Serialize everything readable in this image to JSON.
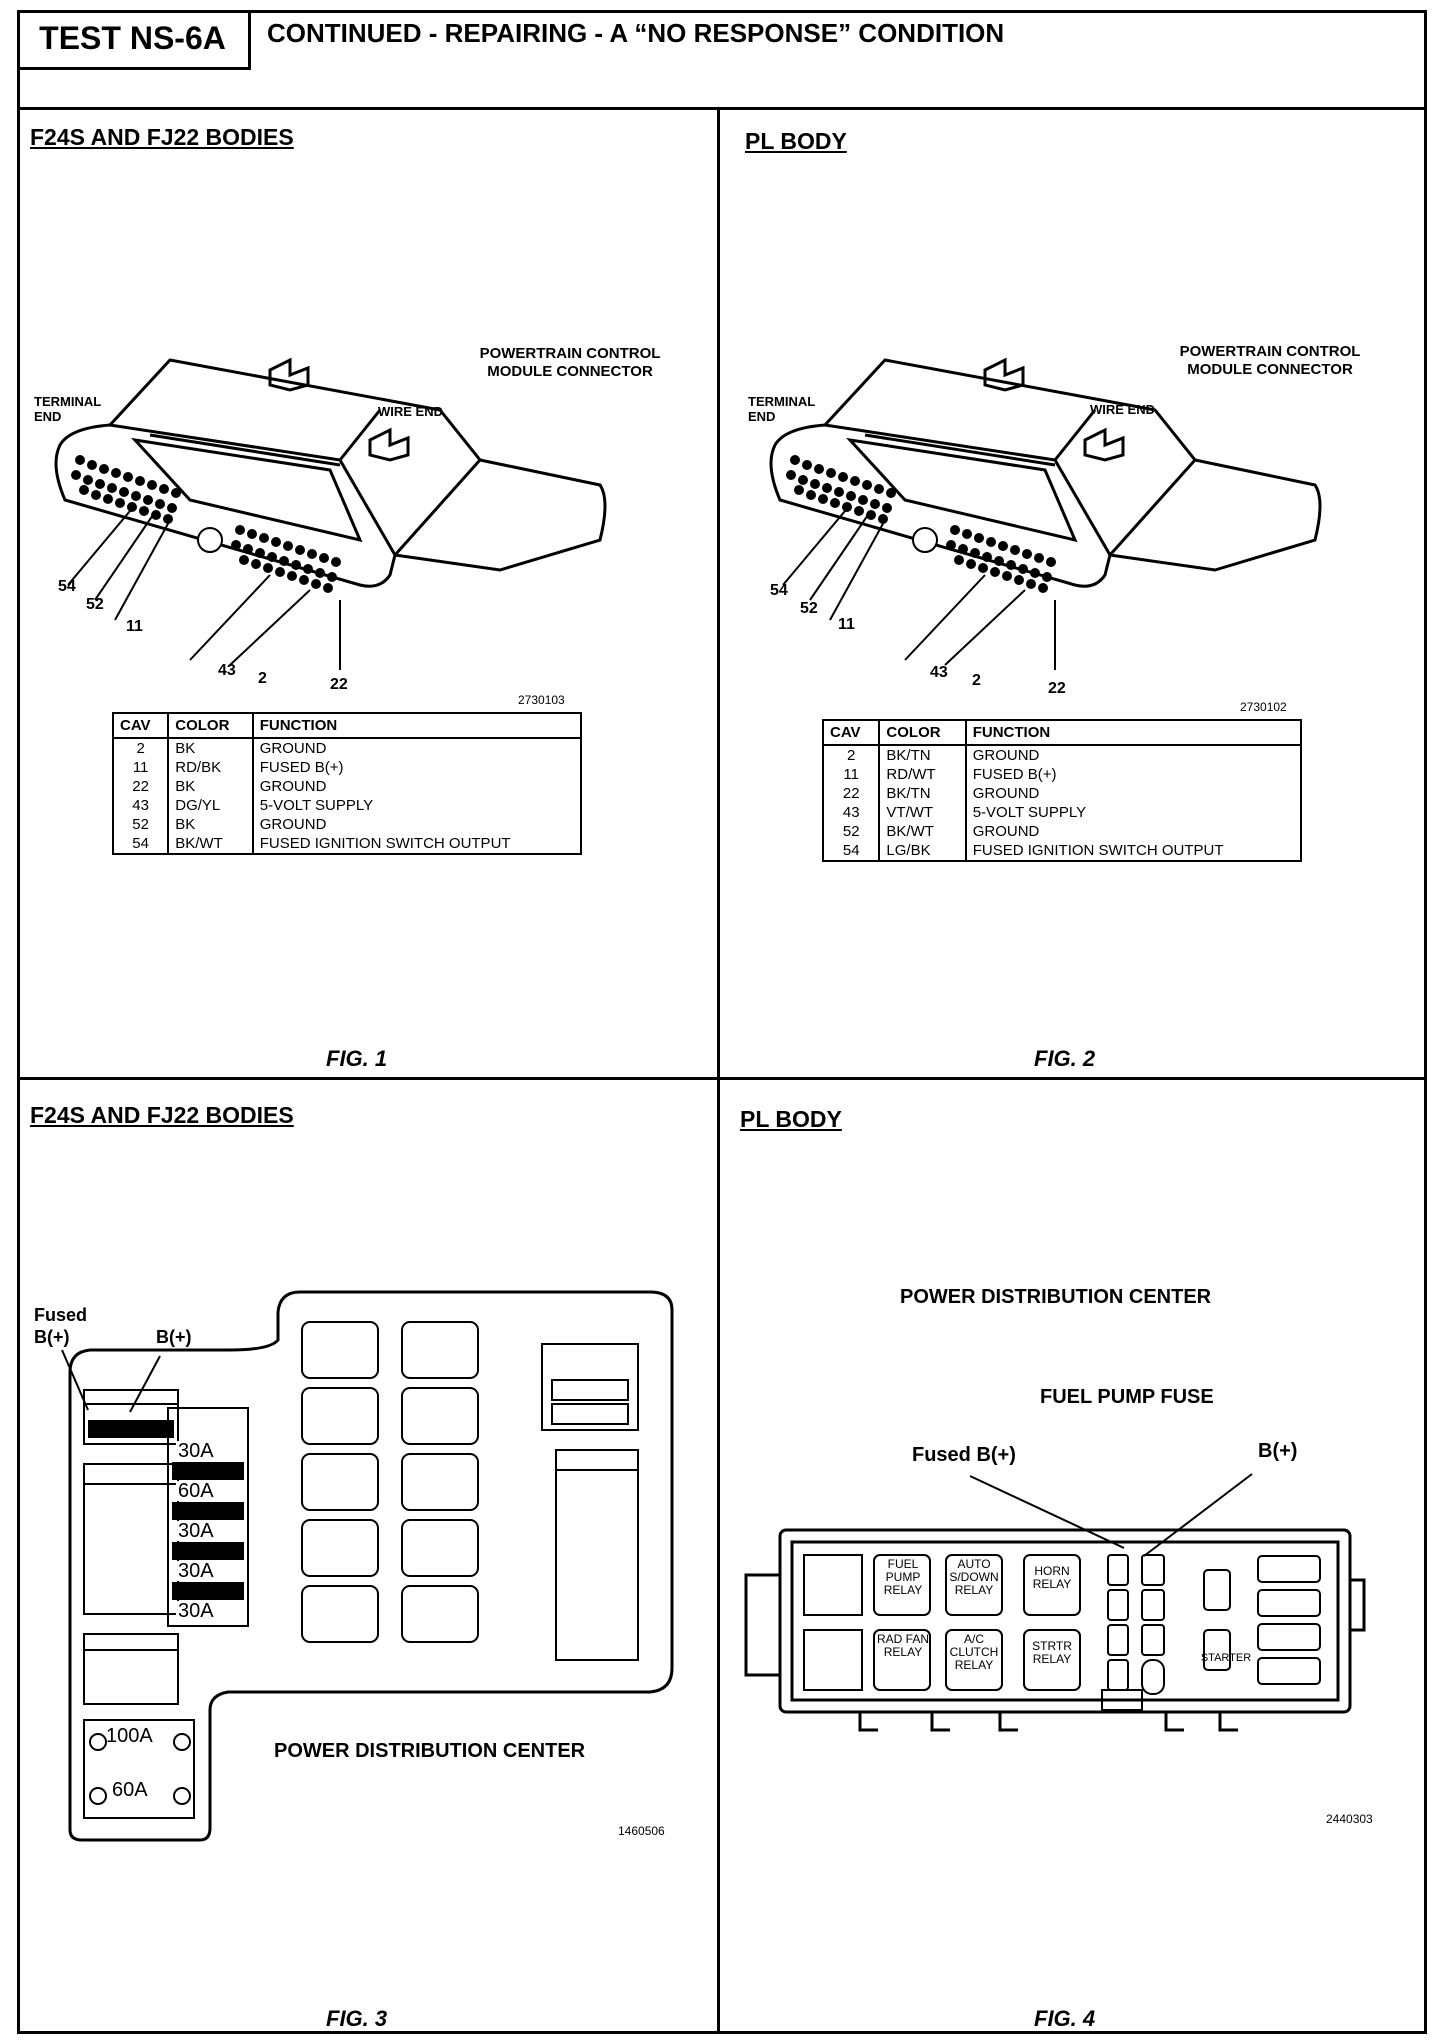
{
  "header": {
    "test_id": "TEST NS-6A",
    "title": "CONTINUED -  REPAIRING - A “NO RESPONSE” CONDITION"
  },
  "panels": {
    "fig1": {
      "section_title": "F24S AND FJ22 BODIES",
      "fig_label": "FIG. 1",
      "connector_label": "POWERTRAIN CONTROL MODULE CONNECTOR",
      "terminal_end": "TERMINAL END",
      "wire_end": "WIRE  END",
      "image_no": "2730103",
      "pins": [
        "54",
        "52",
        "11",
        "43",
        "2",
        "22"
      ],
      "table": {
        "headers": [
          "CAV",
          "COLOR",
          "FUNCTION"
        ],
        "rows": [
          [
            "2",
            "BK",
            "GROUND"
          ],
          [
            "11",
            "RD/BK",
            "FUSED B(+)"
          ],
          [
            "22",
            "BK",
            "GROUND"
          ],
          [
            "43",
            "DG/YL",
            "5-VOLT SUPPLY"
          ],
          [
            "52",
            "BK",
            "GROUND"
          ],
          [
            "54",
            "BK/WT",
            "FUSED IGNITION SWITCH OUTPUT"
          ]
        ]
      }
    },
    "fig2": {
      "section_title": "PL BODY",
      "fig_label": "FIG. 2",
      "connector_label": "POWERTRAIN CONTROL MODULE CONNECTOR",
      "terminal_end": "TERMINAL END",
      "wire_end": "WIRE  END",
      "image_no": "2730102",
      "pins": [
        "54",
        "52",
        "11",
        "43",
        "2",
        "22"
      ],
      "table": {
        "headers": [
          "CAV",
          "COLOR",
          "FUNCTION"
        ],
        "rows": [
          [
            "2",
            "BK/TN",
            "GROUND"
          ],
          [
            "11",
            "RD/WT",
            "FUSED B(+)"
          ],
          [
            "22",
            "BK/TN",
            "GROUND"
          ],
          [
            "43",
            "VT/WT",
            "5-VOLT SUPPLY"
          ],
          [
            "52",
            "BK/WT",
            "GROUND"
          ],
          [
            "54",
            "LG/BK",
            "FUSED IGNITION SWITCH OUTPUT"
          ]
        ]
      }
    },
    "fig3": {
      "section_title": "F24S AND FJ22 BODIES",
      "fig_label": "FIG. 3",
      "fused_label": "Fused B(+)",
      "bplus_label": "B(+)",
      "pdc_label": "POWER DISTRIBUTION CENTER",
      "image_no": "1460506",
      "fusible_links": [
        "30A",
        "60A",
        "30A",
        "30A",
        "30A"
      ],
      "big_fuses": [
        "100A",
        "60A"
      ]
    },
    "fig4": {
      "section_title": "PL BODY",
      "fig_label": "FIG. 4",
      "pdc_label": "POWER DISTRIBUTION CENTER",
      "fuel_pump_fuse": "FUEL PUMP FUSE",
      "fused_label": "Fused B(+)",
      "bplus_label": "B(+)",
      "image_no": "2440303",
      "relays": {
        "fuel_pump": "FUEL PUMP RELAY",
        "auto_sd": "AUTO S/DOWN RELAY",
        "horn": "HORN RELAY",
        "rad_fan": "RAD FAN RELAY",
        "ac_clutch": "A/C CLUTCH RELAY",
        "strtr": "STRTR RELAY",
        "starter": "STARTER"
      }
    }
  }
}
